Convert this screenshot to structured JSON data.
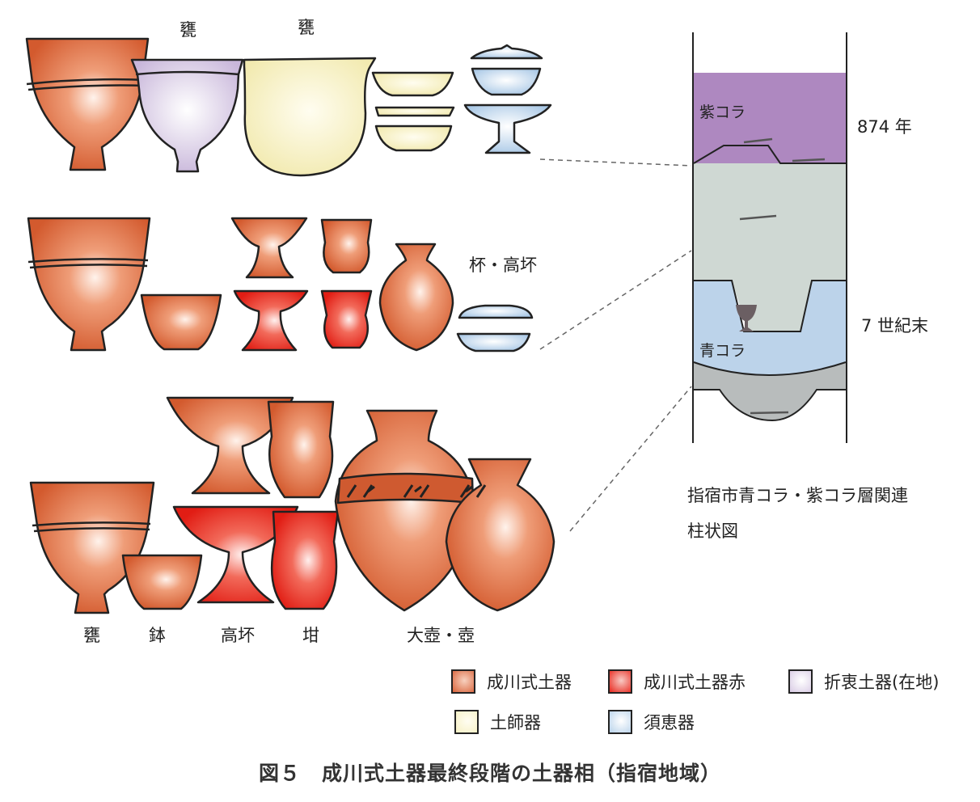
{
  "top_labels": [
    "甕",
    "甕"
  ],
  "row2_label": "杯・高坏",
  "bottom_labels": [
    "甕",
    "鉢",
    "高坏",
    "坩",
    "大壺・壺"
  ],
  "column": {
    "layer_purple": "紫コラ",
    "layer_blue": "青コラ",
    "date_purple": "874 年",
    "date_blue": "7 世紀末",
    "caption_lines": [
      "指宿市青コラ・紫コラ層関連",
      "柱状図"
    ]
  },
  "legend": [
    {
      "label": "成川式土器",
      "color": "#d9633a"
    },
    {
      "label": "成川式土器赤",
      "color": "#e8261c"
    },
    {
      "label": "折衷土器(在地)",
      "color": "#d8cae4"
    },
    {
      "label": "土師器",
      "color": "#f7f1c4"
    },
    {
      "label": "須恵器",
      "color": "#b8d2ea"
    }
  ],
  "figure_caption": "図５　成川式土器最終段階の土器相（指宿地域）"
}
